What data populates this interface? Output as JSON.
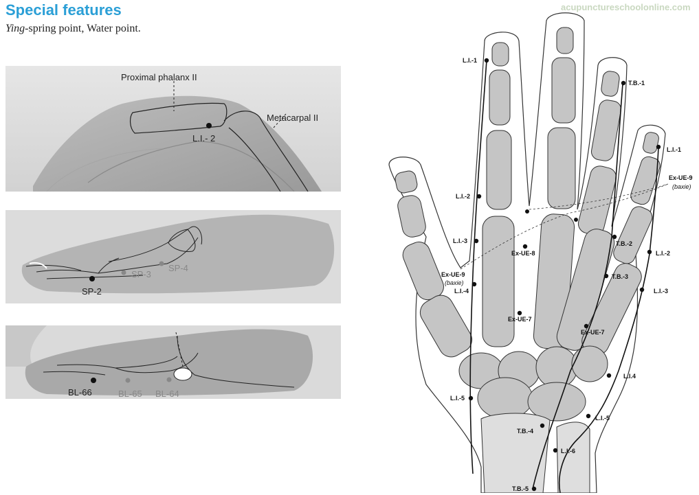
{
  "header": {
    "title": "Special features",
    "subtitle_italic": "Ying",
    "subtitle_rest": "-spring point, Water point.",
    "watermark": "acupunctureschoolonline.com"
  },
  "panel1": {
    "label_phalanx": "Proximal phalanx II",
    "label_metacarpal": "Metacarpal II",
    "point": "L.I.- 2"
  },
  "panel2": {
    "point_main": "SP-2",
    "point_a": "SP-3",
    "point_b": "SP-4"
  },
  "panel3": {
    "point_main": "BL-66",
    "point_a": "BL-65",
    "point_b": "BL-64"
  },
  "hand": {
    "labels": {
      "li1_top": "L.I.-1",
      "li2_left": "L.I.-2",
      "li3_left": "L.I.-3",
      "li4": "L.I.-4",
      "li5_left": "L.I.-5",
      "exue9_left": "Ex-UE-9",
      "baxie_left": "(baxie)",
      "exue8": "Ex-UE-8",
      "exue7_left": "Ex-UE-7",
      "exue7_right": "Ex-UE-7",
      "tb1": "T.B.-1",
      "tb2": "T.B.-2",
      "tb3": "T.B.-3",
      "tb4": "T.B.-4",
      "tb5": "T.B.-5",
      "li1_right": "L.I.-1",
      "exue9_right": "Ex-UE-9",
      "baxie_right": "(baxie)",
      "li2_right": "L.I.-2",
      "li3_right": "L.I.-3",
      "li4_right": "L.I.4",
      "li5_right": "L.I.-5",
      "li6": "L.I.-6"
    }
  }
}
